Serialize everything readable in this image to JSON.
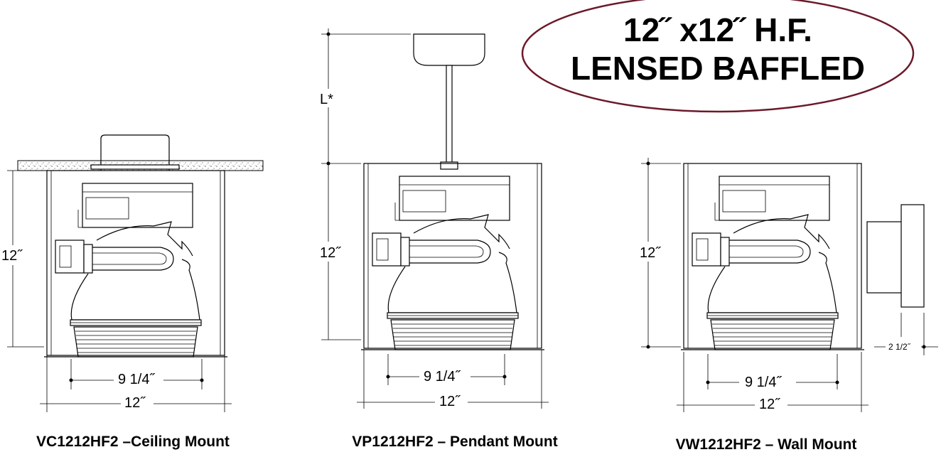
{
  "title": {
    "line1": "12˝ x12˝ H.F.",
    "line2": "LENSED BAFFLED",
    "oval_color": "#6b1a2a"
  },
  "ceiling": {
    "caption": "VC1212HF2 –Ceiling Mount",
    "height_label": "12˝",
    "inner_width_label": "9 1/4˝",
    "outer_width_label": "12˝"
  },
  "pendant": {
    "caption": "VP1212HF2 – Pendant Mount",
    "length_label": "L*",
    "height_label": "12˝",
    "inner_width_label": "9 1/4˝",
    "outer_width_label": "12˝"
  },
  "wall": {
    "caption": "VW1212HF2 – Wall Mount",
    "height_label": "12˝",
    "inner_width_label": "9 1/4˝",
    "outer_width_label": "12˝",
    "depth_label": "2 1/2˝"
  }
}
